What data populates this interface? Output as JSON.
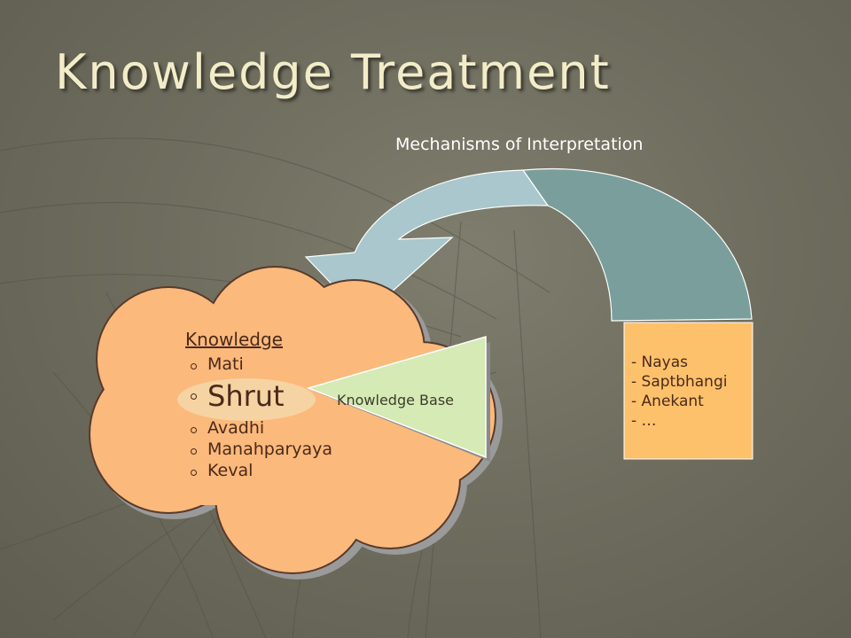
{
  "slide": {
    "title": "Knowledge Treatment",
    "mechanisms_label": "Mechanisms of Interpretation",
    "knowledge": {
      "heading": "Knowledge",
      "items": [
        "Mati",
        "Shrut",
        "Avadhi",
        "Manahparyaya",
        "Keval"
      ],
      "highlighted_item": "Shrut"
    },
    "knowledge_base_label": "Knowledge Base",
    "mechanisms_list": [
      "- Nayas",
      "- Saptbhangi",
      "- Anekant",
      "- …"
    ]
  },
  "colors": {
    "background": "#6f6d5e",
    "title": "#f2ecc8",
    "cloud_fill": "#fbb97c",
    "highlight_ellipse": "#f6d3a2",
    "triangle_fill": "#d5eab4",
    "arrow_front": "#a9c7cc",
    "arrow_back": "#7a9e9c",
    "box_fill": "#fdc16c",
    "text_dark": "#4a2a1a"
  }
}
